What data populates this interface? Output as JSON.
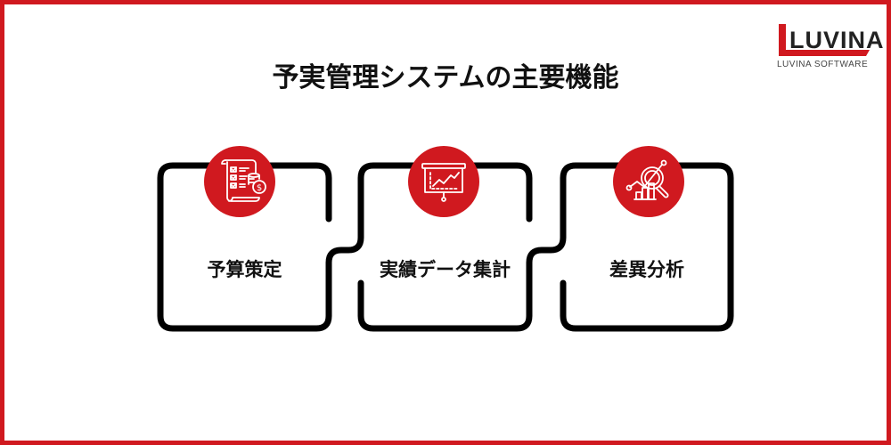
{
  "title": "予実管理システムの主要機能",
  "logo": {
    "wordmark": "LUVINA",
    "tagline": "LUVINA SOFTWARE"
  },
  "colors": {
    "accent": "#d0191f",
    "stroke": "#000000",
    "text": "#111111"
  },
  "steps": [
    {
      "label": "予算策定",
      "icon": "budget-document-checklist-coins-icon"
    },
    {
      "label": "実績データ集計",
      "icon": "presentation-board-line-chart-icon"
    },
    {
      "label": "差異分析",
      "icon": "bar-chart-magnifier-analysis-icon"
    }
  ]
}
